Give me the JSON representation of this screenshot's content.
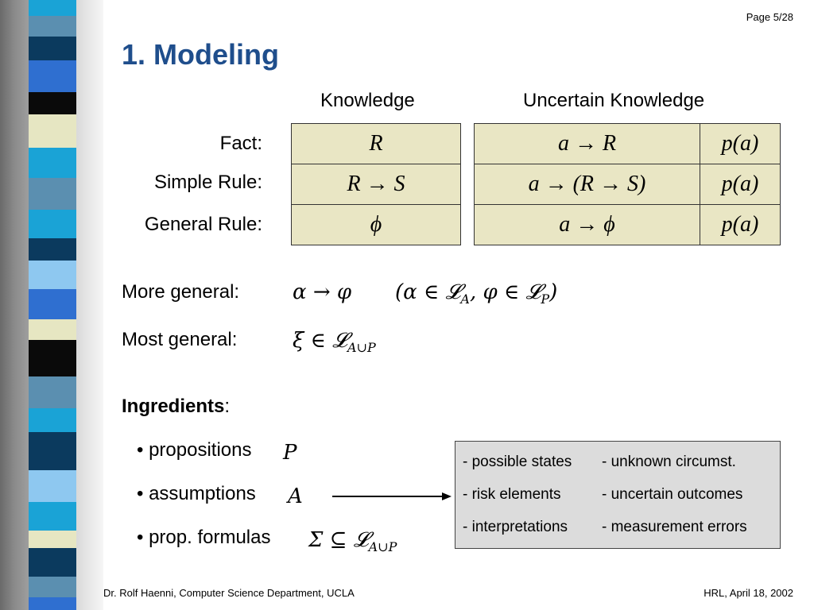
{
  "page": {
    "number": "Page 5/28"
  },
  "title": "1. Modeling",
  "headers": {
    "knowledge": "Knowledge",
    "uncertain": "Uncertain Knowledge"
  },
  "rows": [
    {
      "label": "Fact:",
      "knowledge": "R",
      "uncertain": "a → R",
      "prob": "p(a)"
    },
    {
      "label": "Simple Rule:",
      "knowledge": "R →  S",
      "uncertain": "a →  (R → S)",
      "prob": "p(a)"
    },
    {
      "label": "General Rule:",
      "knowledge": "ϕ",
      "uncertain": "a → ϕ",
      "prob": "p(a)"
    }
  ],
  "more_general": {
    "label": "More general:",
    "expr": "α → φ",
    "cond": "(α ∈ 𝓛",
    "cond_sub1": "A",
    "cond_mid": ", φ ∈ 𝓛",
    "cond_sub2": "P",
    "cond_end": ")"
  },
  "most_general": {
    "label": "Most general:",
    "expr": "ξ ∈ 𝓛",
    "expr_sub": "A∪P"
  },
  "ingredients": {
    "label": "Ingredients",
    "suffix": ":",
    "items": [
      {
        "text": "• propositions",
        "symbol": "P"
      },
      {
        "text": "• assumptions",
        "symbol": "A"
      },
      {
        "text": "• prop. formulas",
        "symbol": "Σ ⊆ 𝓛",
        "symbol_sub": "A∪P"
      }
    ]
  },
  "box": {
    "col1": [
      "- possible states",
      "- risk elements",
      "- interpretations"
    ],
    "col2": [
      "- unknown circumst.",
      "- uncertain outcomes",
      "- measurement errors"
    ]
  },
  "footer": {
    "left": "Dr. Rolf Haenni, Computer Science Department, UCLA",
    "right": "HRL, April 18,  2002"
  },
  "colors": {
    "title": "#1f4e8c",
    "table_fill": "#e9e6c4",
    "box_fill": "#dcdcdc"
  }
}
